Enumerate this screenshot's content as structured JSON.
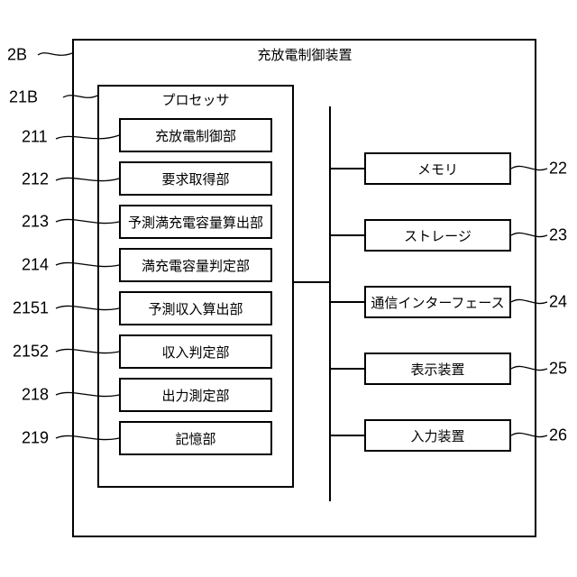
{
  "device": {
    "label": "充放電制御装置",
    "ref": "2B"
  },
  "processor": {
    "label": "プロセッサ",
    "ref": "21B"
  },
  "modules": [
    {
      "label": "充放電制御部",
      "ref": "211"
    },
    {
      "label": "要求取得部",
      "ref": "212"
    },
    {
      "label": "予測満充電容量算出部",
      "ref": "213"
    },
    {
      "label": "満充電容量判定部",
      "ref": "214"
    },
    {
      "label": "予測収入算出部",
      "ref": "2151"
    },
    {
      "label": "収入判定部",
      "ref": "2152"
    },
    {
      "label": "出力測定部",
      "ref": "218"
    },
    {
      "label": "記憶部",
      "ref": "219"
    }
  ],
  "peripherals": [
    {
      "label": "メモリ",
      "ref": "22"
    },
    {
      "label": "ストレージ",
      "ref": "23"
    },
    {
      "label": "通信インターフェース",
      "ref": "24"
    },
    {
      "label": "表示装置",
      "ref": "25"
    },
    {
      "label": "入力装置",
      "ref": "26"
    }
  ]
}
